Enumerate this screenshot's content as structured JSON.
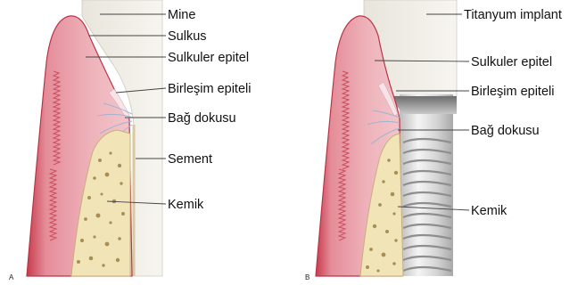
{
  "panel_a": {
    "letter": "A",
    "labels": [
      "Mine",
      "Sulkus",
      "Sulkuler epitel",
      "Birleşim epiteli",
      "Bağ dokusu",
      "Sement",
      "Kemik"
    ]
  },
  "panel_b": {
    "letter": "B",
    "labels": [
      "Titanyum implant",
      "Sulkuler epitel",
      "Birleşim epiteli",
      "Bağ dokusu",
      "Kemik"
    ]
  },
  "colors": {
    "gingiva": "#e7a2ab",
    "gingiva_edge": "#c3404f",
    "bone": "#f1e5b8",
    "enamel": "#eceae4",
    "implant": "#d9d9d9",
    "junctional": "#f7e4e8"
  }
}
